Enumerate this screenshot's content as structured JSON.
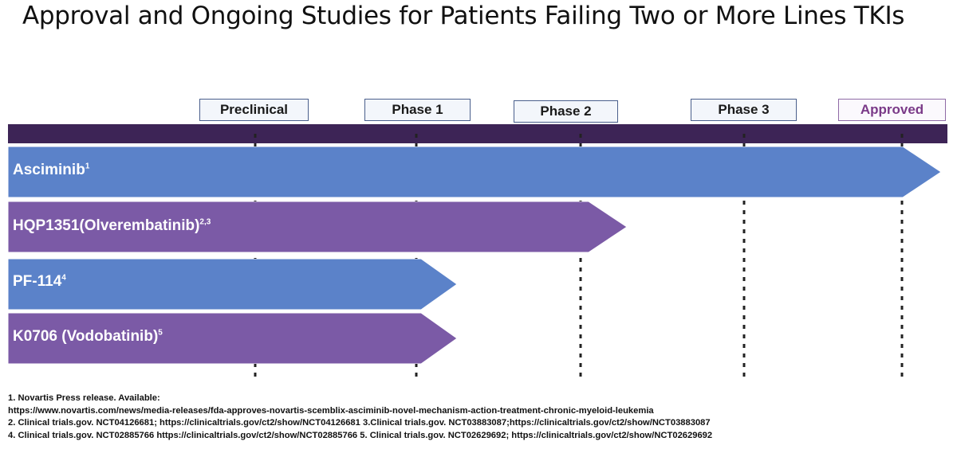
{
  "title": "Approval and Ongoing Studies for Patients Failing Two or More Lines TKIs",
  "stages": [
    "Preclinical",
    "Phase 1",
    "Phase 2",
    "Phase 3",
    "Approved"
  ],
  "drugs": [
    {
      "name": "Asciminib",
      "ref": "1",
      "color": "#5b82c9",
      "reached_stage": "Approved"
    },
    {
      "name": "HQP1351(Olverembatinib)",
      "ref": "2,3",
      "color": "#7b5aa6",
      "reached_stage": "Phase 2"
    },
    {
      "name": "PF-114",
      "ref": "4",
      "color": "#5b82c9",
      "reached_stage": "Phase 1"
    },
    {
      "name": "K0706 (Vodobatinib)",
      "ref": "5",
      "color": "#7b5aa6",
      "reached_stage": "Phase 1"
    }
  ],
  "colors": {
    "header_bar": "#3d2456",
    "approved_text": "#7a3a88"
  },
  "references": [
    "1. Novartis Press release. Available:",
    "https://www.novartis.com/news/media-releases/fda-approves-novartis-scemblix-asciminib-novel-mechanism-action-treatment-chronic-myeloid-leukemia",
    "2. Clinical trials.gov. NCT04126681; https://clinicaltrials.gov/ct2/show/NCT04126681 3.Clinical trials.gov. NCT03883087;https://clinicaltrials.gov/ct2/show/NCT03883087",
    "4. Clinical trials.gov. NCT02885766 https://clinicaltrials.gov/ct2/show/NCT02885766 5. Clinical trials.gov. NCT02629692; https://clinicaltrials.gov/ct2/show/NCT02629692"
  ]
}
